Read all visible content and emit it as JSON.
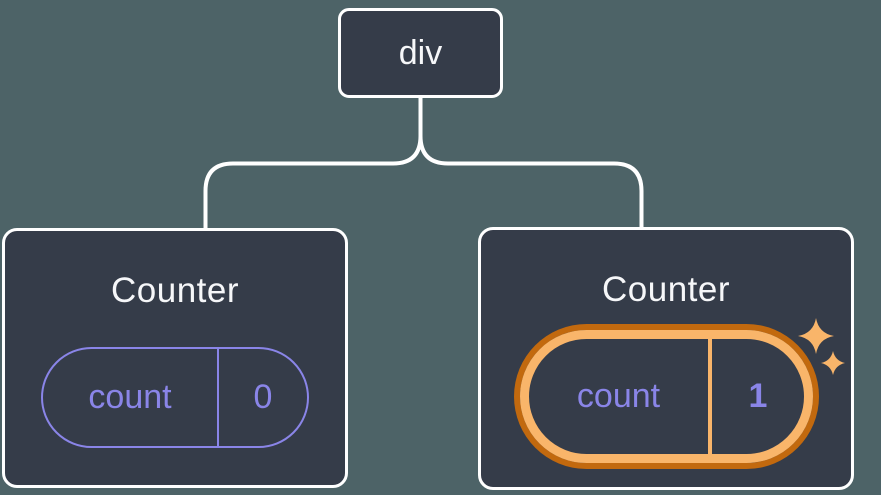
{
  "root_node": {
    "label": "div"
  },
  "children": [
    {
      "title": "Counter",
      "state": {
        "key": "count",
        "value": "0"
      },
      "highlighted": false
    },
    {
      "title": "Counter",
      "state": {
        "key": "count",
        "value": "1"
      },
      "highlighted": true,
      "icon": "sparkles-icon"
    }
  ],
  "colors": {
    "background": "#4D6367",
    "node_fill": "#353C49",
    "node_border": "#FFFFFF",
    "connector": "#FFFFFF",
    "title_text": "#F6F7F9",
    "state_text": "#8A85E8",
    "pill_border": "#8A85E8",
    "highlight_ring_outer": "#C2690E",
    "highlight_ring_inner": "#F9B56A",
    "sparkle": "#F9B56A"
  }
}
